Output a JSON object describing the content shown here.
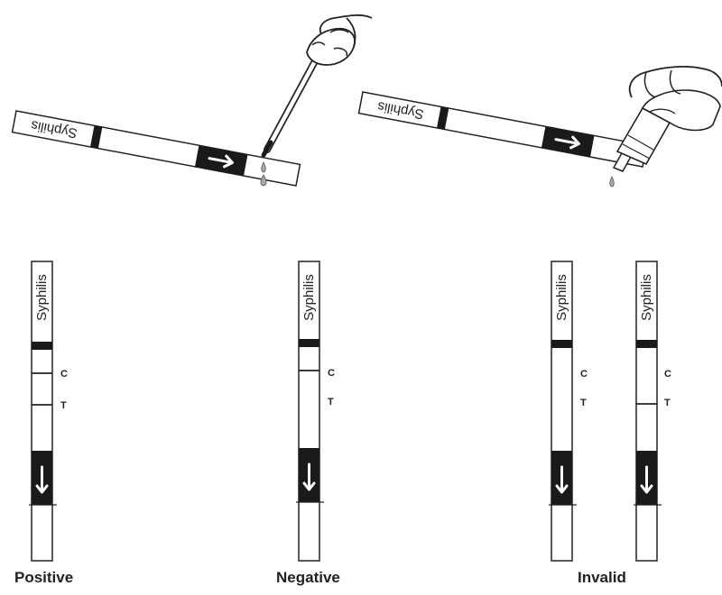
{
  "colors": {
    "ink": "#222222",
    "paper": "#ffffff",
    "band": "#1a1a1a"
  },
  "icons": [
    "hand-pipette-icon",
    "hand-dropper-icon",
    "arrow-icon",
    "drop-icon"
  ],
  "procedure": {
    "strip1_label": "Syphilis",
    "strip2_label": "Syphilis"
  },
  "results": {
    "strip_label": "Syphilis",
    "control_marker": "C",
    "test_marker": "T",
    "positive_label": "Positive",
    "negative_label": "Negative",
    "invalid_label": "Invalid"
  }
}
